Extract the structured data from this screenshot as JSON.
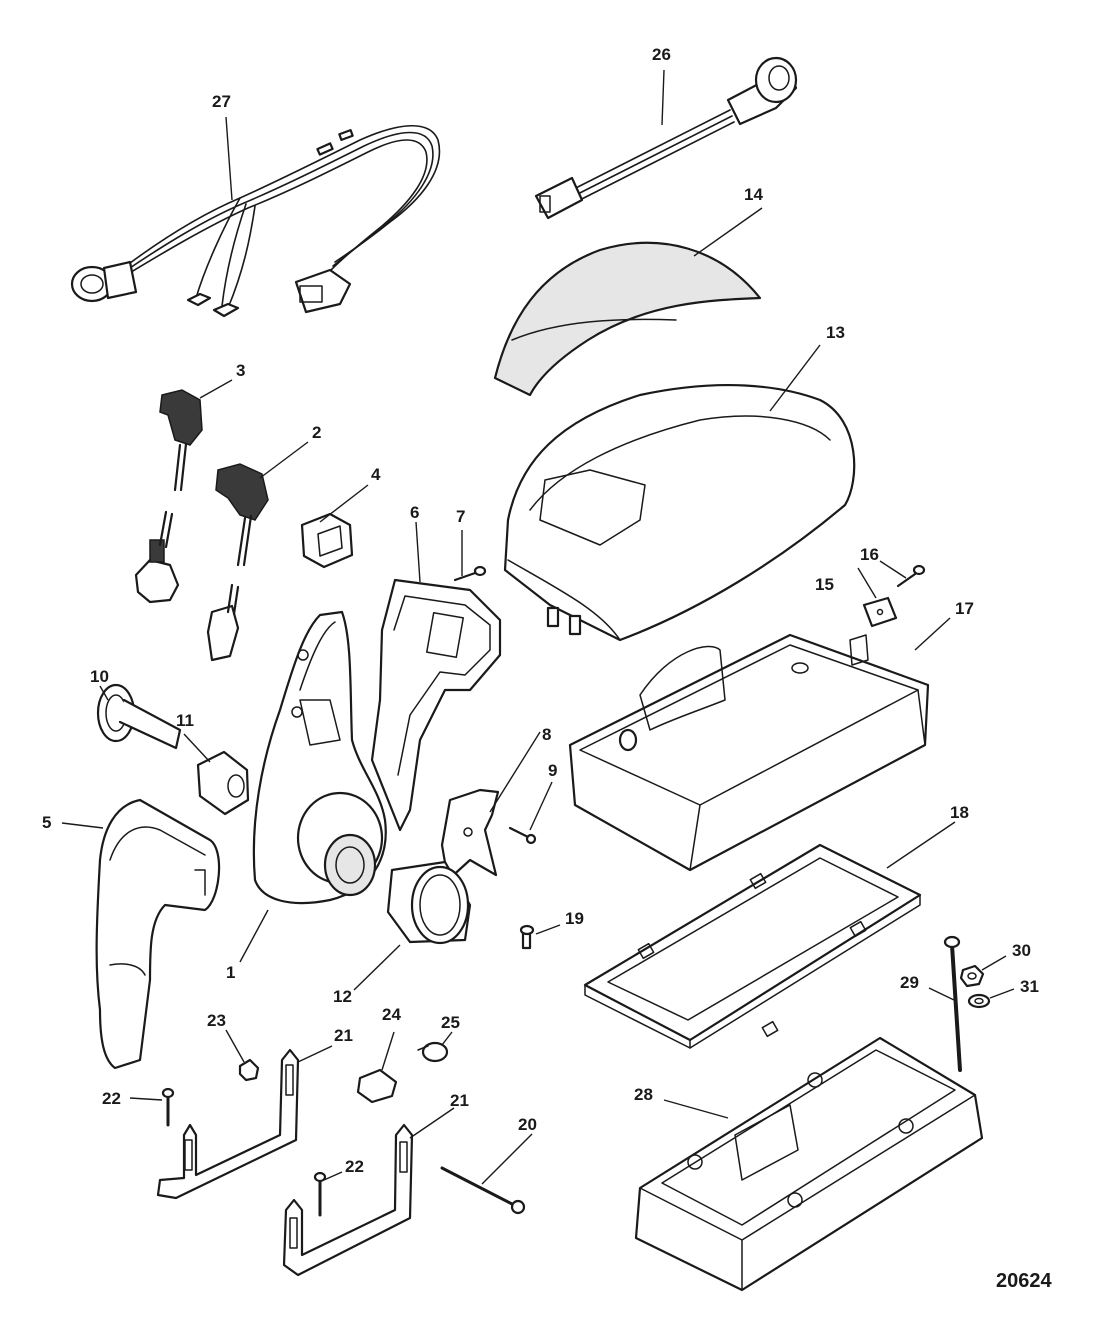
{
  "figure_id": "20624",
  "callouts": {
    "c1": "1",
    "c2": "2",
    "c3": "3",
    "c4": "4",
    "c5": "5",
    "c6": "6",
    "c7": "7",
    "c8": "8",
    "c9": "9",
    "c10": "10",
    "c11": "11",
    "c12": "12",
    "c13": "13",
    "c14": "14",
    "c15": "15",
    "c16": "16",
    "c17": "17",
    "c18": "18",
    "c19": "19",
    "c20": "20",
    "c21a": "21",
    "c21b": "21",
    "c22a": "22",
    "c22b": "22",
    "c23": "23",
    "c24": "24",
    "c25": "25",
    "c26": "26",
    "c27": "27",
    "c28": "28",
    "c29": "29",
    "c30": "30",
    "c31": "31"
  }
}
